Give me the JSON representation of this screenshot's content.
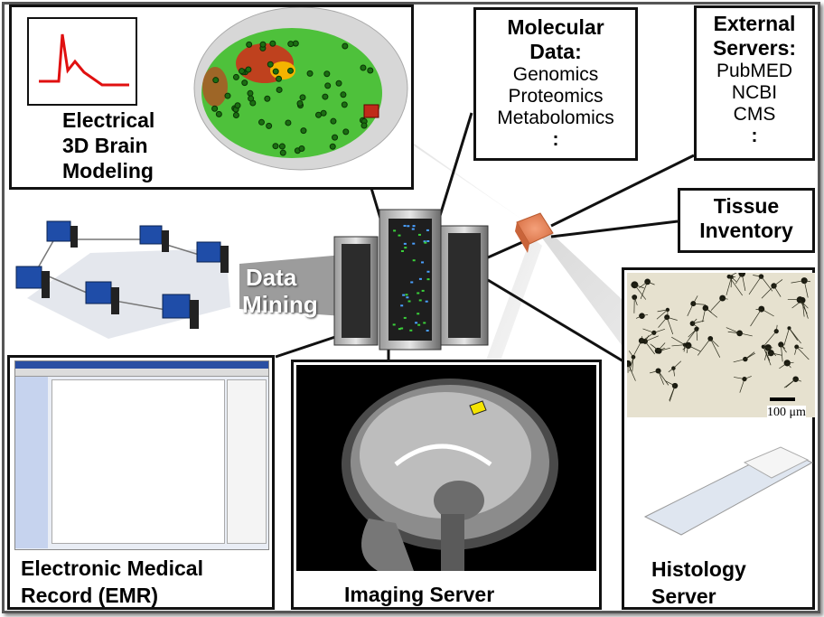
{
  "brain": {
    "title_line1": "Electrical",
    "title_line2": "3D Brain",
    "title_line3": "Modeling"
  },
  "molecular": {
    "title": "Molecular",
    "title2": "Data:",
    "items": [
      "Genomics",
      "Proteomics",
      "Metabolomics",
      ":"
    ]
  },
  "external": {
    "title": "External",
    "title2": "Servers:",
    "items": [
      "PubMED",
      "NCBI",
      "CMS",
      ":"
    ]
  },
  "tissue": {
    "line1": "Tissue",
    "line2": "Inventory"
  },
  "data_mining": {
    "line1": "Data",
    "line2": "Mining"
  },
  "emr": {
    "line1": "Electronic Medical",
    "line2": "Record (EMR)"
  },
  "imaging": {
    "label": "Imaging Server"
  },
  "histology": {
    "line1": "Histology",
    "line2": "Server",
    "scale": "100 μm"
  },
  "colors": {
    "border": "#111111",
    "brain_green": "#3fbf2a",
    "brain_red": "#d42a1a",
    "tissue_orange": "#f08a5a",
    "yellow_marker": "#f4e400"
  }
}
